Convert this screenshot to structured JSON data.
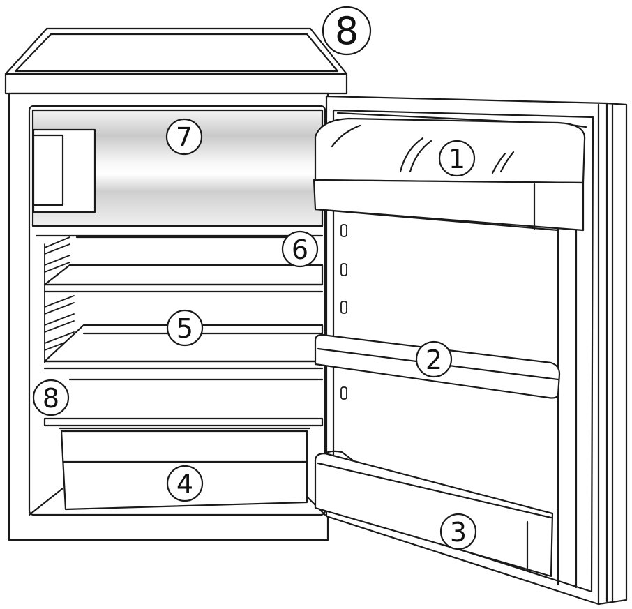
{
  "callouts": [
    {
      "number": "1",
      "part": "door-top-compartment"
    },
    {
      "number": "2",
      "part": "door-middle-shelf"
    },
    {
      "number": "3",
      "part": "door-bottle-shelf"
    },
    {
      "number": "4",
      "part": "vegetable-crisper"
    },
    {
      "number": "5",
      "part": "lower-glass-shelf"
    },
    {
      "number": "6",
      "part": "upper-glass-shelf"
    },
    {
      "number": "7",
      "part": "freezer-compartment"
    },
    {
      "number": "8",
      "part": "interior-label"
    },
    {
      "number": "8",
      "part": "worktop-label"
    }
  ],
  "colors": {
    "line": "#1a1a1a",
    "fill": "#ffffff",
    "shade_dark": "#bdbdbd",
    "shade_light": "#f2f2f2"
  }
}
